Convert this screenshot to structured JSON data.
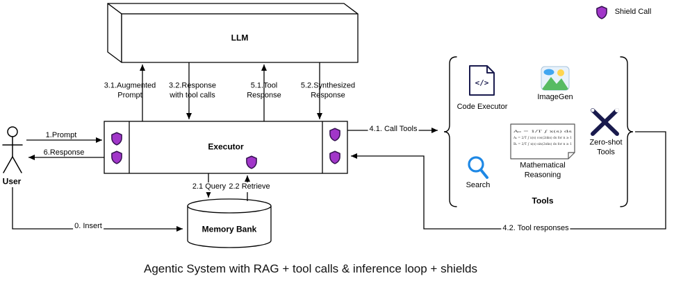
{
  "title": "Agentic System with RAG + tool calls & inference loop + shields",
  "legend": {
    "label": "Shield Call"
  },
  "nodes": {
    "llm": "LLM",
    "executor": "Executor",
    "memory_bank": "Memory Bank",
    "user": "User",
    "tools_group": "Tools"
  },
  "tools": {
    "code_executor": "Code Executor",
    "code_glyph": "</>",
    "imagegen": "ImageGen",
    "search": "Search",
    "math_reasoning": "Mathematical\nReasoning",
    "math_lines": [
      "A₀ = 1/T ∫ x(s) ds",
      "Aₖ = 2/T ∫ x(s) cos(2πks) ds  for n ≥ 1",
      "Bₖ = 2/T ∫ x(s) sin(2πks) ds  for n ≥ 1"
    ],
    "zero_shot": "Zero-shot\nTools"
  },
  "edges": {
    "prompt": "1.Prompt",
    "response": "6.Response",
    "augmented_prompt": "3.1.Augmented\nPrompt",
    "response_with_tool_calls": "3.2.Response\nwith tool calls",
    "tool_response": "5.1.Tool\nResponse",
    "synthesized_response": "5.2.Synthesized\nResponse",
    "query": "2.1 Query",
    "retrieve": "2.2 Retrieve",
    "insert": "0. Insert",
    "call_tools": "4.1. Call Tools",
    "tool_responses": "4.2. Tool responses"
  },
  "colors": {
    "shield_fill": "#A136C9",
    "shield_stroke": "#33114F",
    "icon_navy": "#191A4D",
    "search_blue": "#1E88E5",
    "line": "#000000"
  }
}
